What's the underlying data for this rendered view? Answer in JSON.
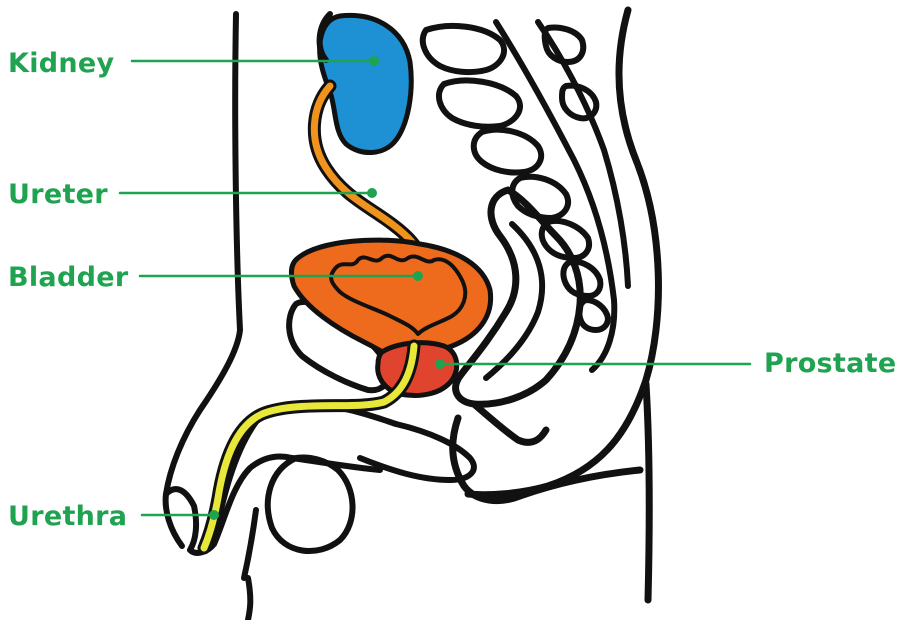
{
  "colors": {
    "label": "#1fa350",
    "outline": "#111111",
    "kidney": "#1e90d4",
    "ureter": "#f0931e",
    "bladder": "#ee6a1c",
    "prostate": "#e0442e",
    "urethra": "#e8e83a"
  },
  "labels": {
    "kidney": "Kidney",
    "ureter": "Ureter",
    "bladder": "Bladder",
    "prostate": "Prostate",
    "urethra": "Urethra"
  }
}
